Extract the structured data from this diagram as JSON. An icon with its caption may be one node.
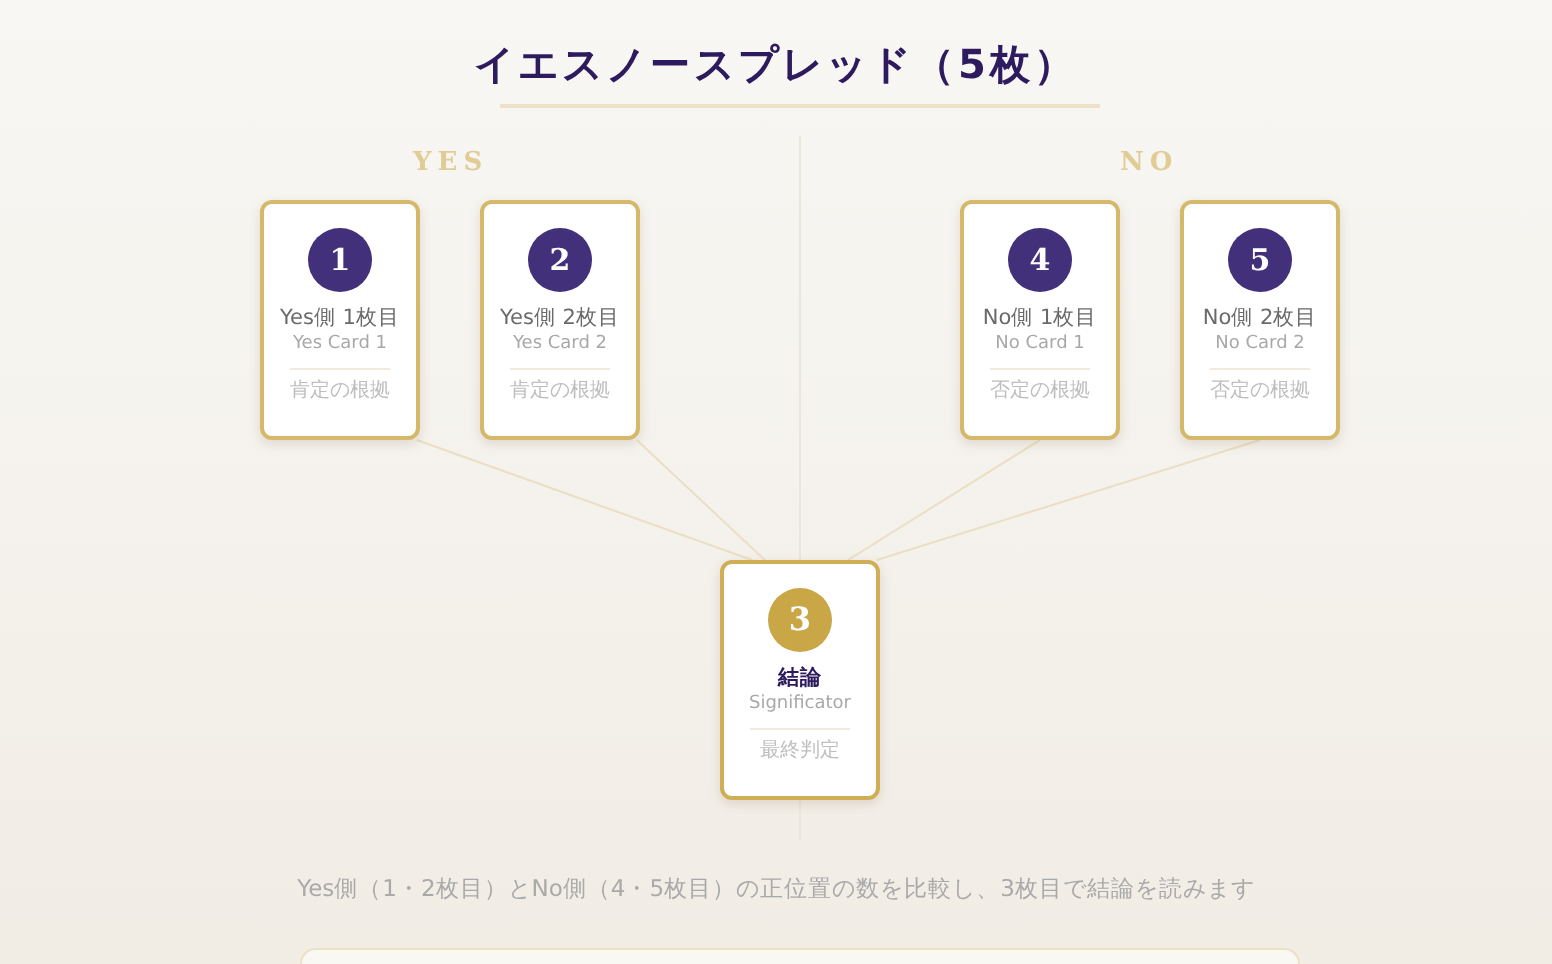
{
  "diagram": {
    "title": "イエスノースプレッド（5枚）",
    "caption": "Yes側（1・2枚目）とNo側（4・5枚目）の正位置の数を比較し、3枚目で結論を読みます",
    "nodes": [
      {
        "text": [
          "1",
          "Yes側 1枚目",
          "Yes Card 1",
          "肯定の根拠"
        ]
      },
      {
        "text": [
          "2",
          "Yes側 2枚目",
          "Yes Card 2",
          "肯定の根拠"
        ]
      },
      {
        "text": [
          "4",
          "No側 1枚目",
          "No Card 1",
          "否定の根拠"
        ]
      },
      {
        "text": [
          "5",
          "No側 2枚目",
          "No Card 2",
          "否定の根拠"
        ]
      },
      {
        "text": [
          "3",
          "結論",
          "Significator",
          "最終判定"
        ]
      }
    ],
    "edges": [
      {
        "from": 0,
        "to": 4,
        "arrow": "none"
      },
      {
        "from": 1,
        "to": 4,
        "arrow": "none"
      },
      {
        "from": 2,
        "to": 4,
        "arrow": "none"
      },
      {
        "from": 3,
        "to": 4,
        "arrow": "none"
      }
    ],
    "labels": [
      "YES",
      "NO"
    ]
  }
}
